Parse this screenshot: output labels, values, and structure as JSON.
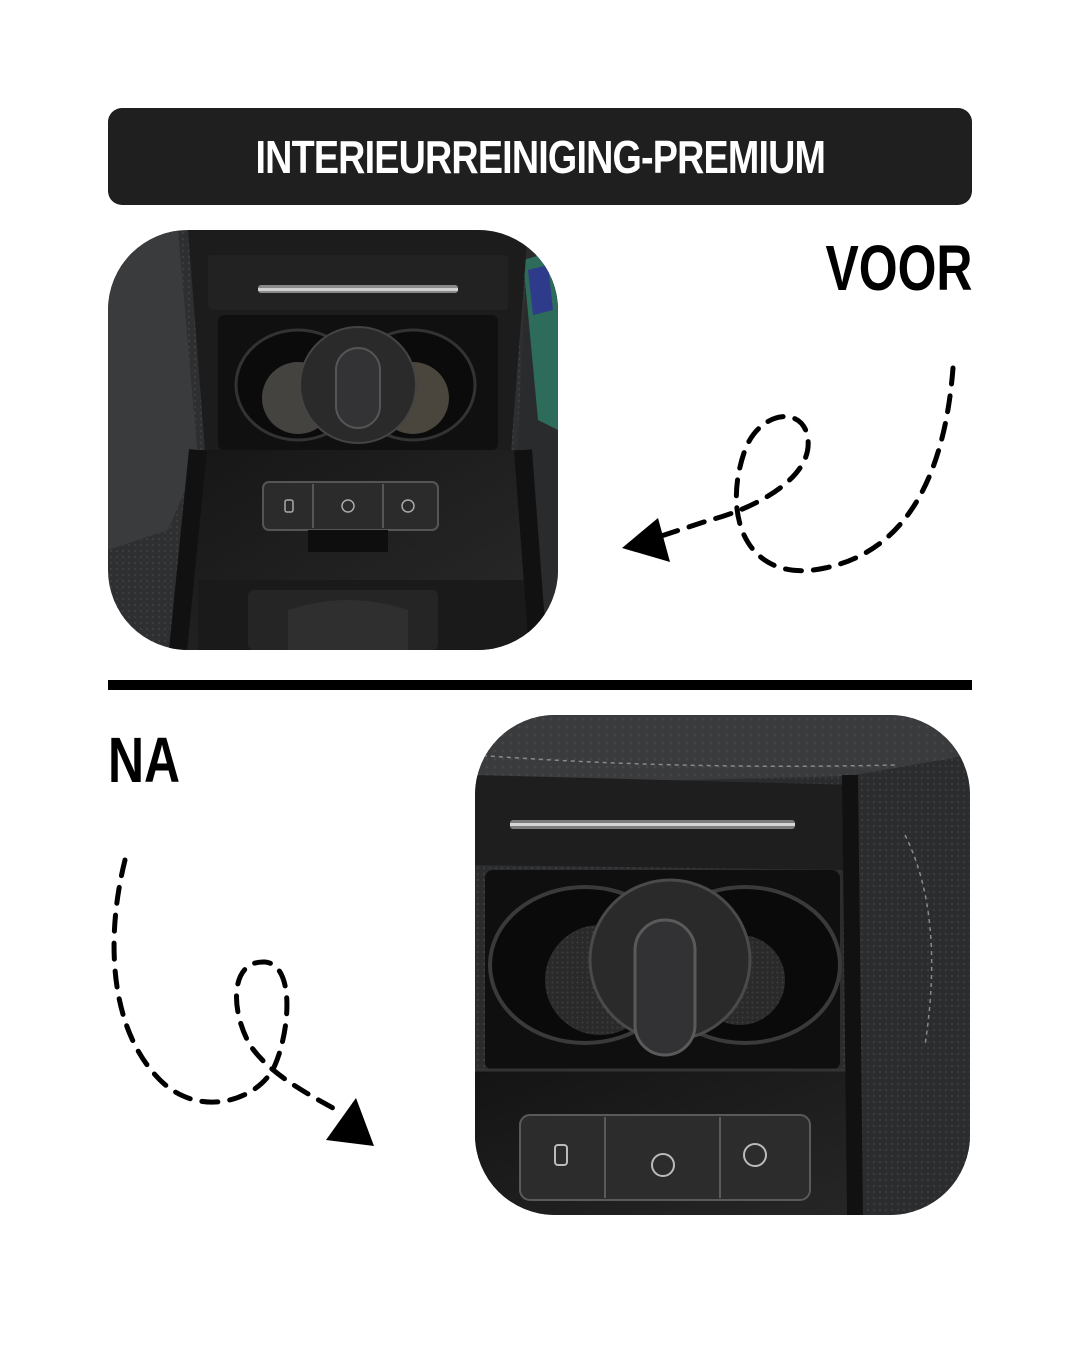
{
  "header": {
    "title": "INTERIEURREINIGING-PREMIUM"
  },
  "labels": {
    "before": "VOOR",
    "after": "NA"
  },
  "colors": {
    "title_bar": "#1f1f1f",
    "text_dark": "#000000",
    "background": "#ffffff"
  },
  "icons": [
    "dashed-arrow-icon",
    "parking-brake-icon",
    "auto-hold-icon",
    "lock-icon"
  ]
}
